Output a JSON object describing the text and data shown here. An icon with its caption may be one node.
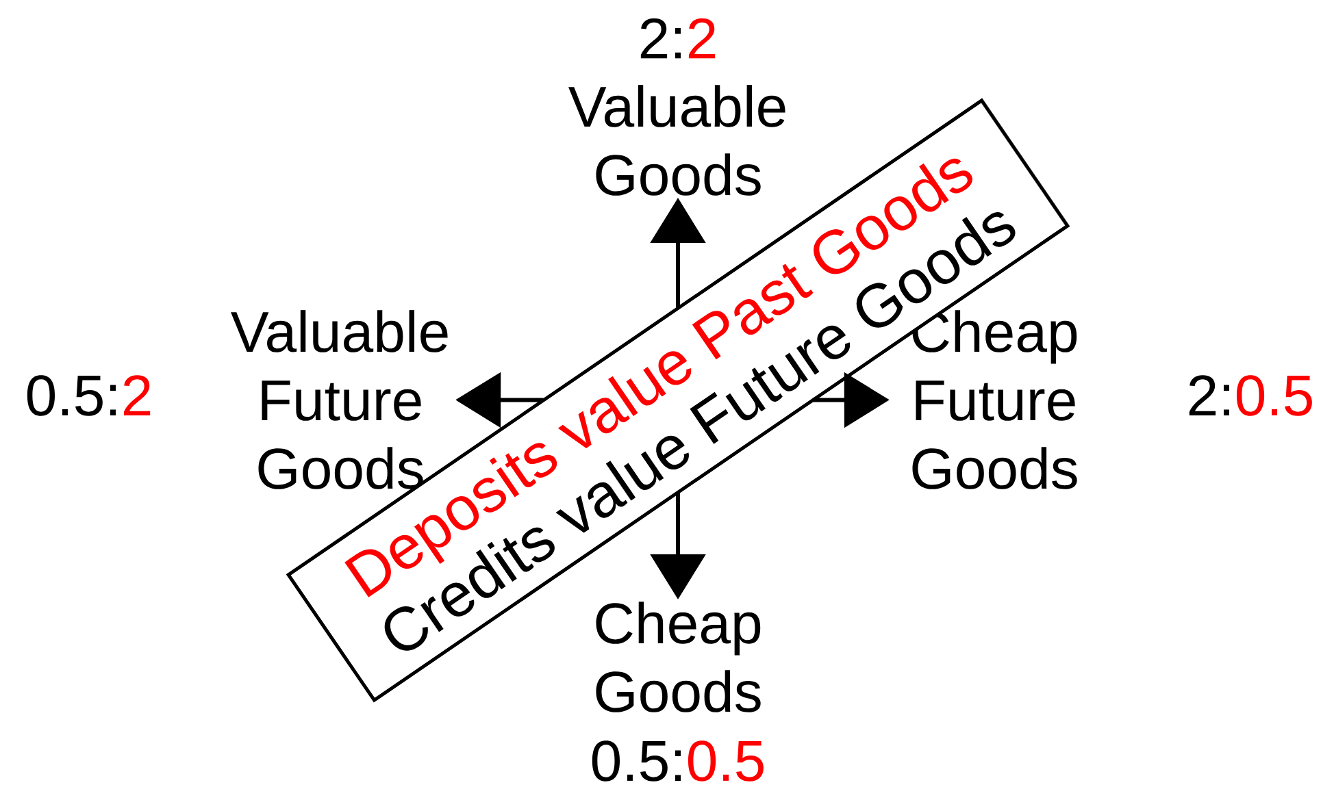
{
  "diagram": {
    "nodes": [
      {
        "text": [
          "Valuable Goods"
        ],
        "beside": [
          "2:",
          "2"
        ]
      },
      {
        "text": [
          "Valuable Future Goods"
        ],
        "beside": [
          "0.5:",
          "2"
        ]
      },
      {
        "text": [
          "Cheap Future Goods"
        ],
        "beside": [
          "2:",
          "0.5"
        ]
      },
      {
        "text": [
          "Cheap Goods"
        ],
        "beside": [
          "0.5:",
          "0.5"
        ]
      },
      {
        "text": [
          "Deposits value Past Goods",
          "Credits value Future Goods"
        ]
      }
    ],
    "edges": [
      {
        "from": 4,
        "to": 0,
        "arrow": "to"
      },
      {
        "from": 4,
        "to": 1,
        "arrow": "to"
      },
      {
        "from": 4,
        "to": 2,
        "arrow": "to"
      },
      {
        "from": 4,
        "to": 3,
        "arrow": "to"
      }
    ]
  }
}
